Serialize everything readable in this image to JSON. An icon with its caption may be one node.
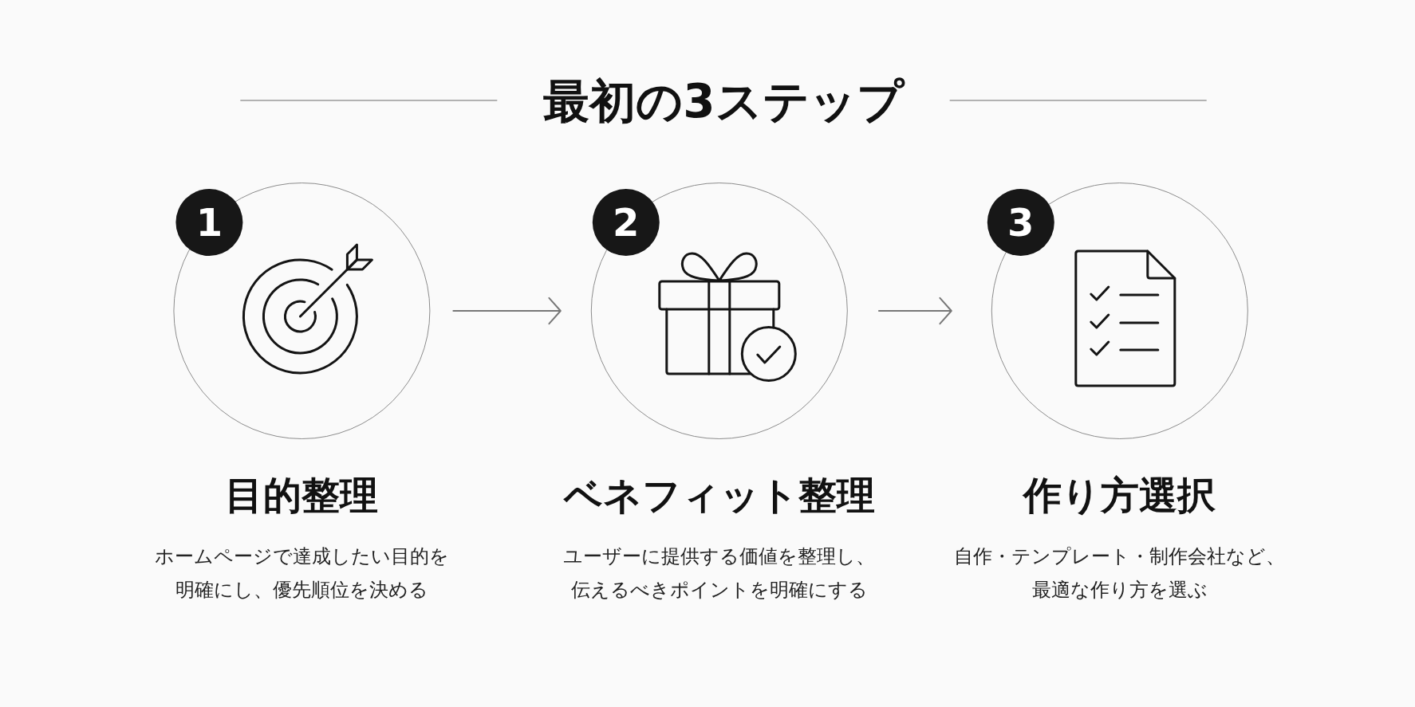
{
  "diagram": {
    "title": "最初の3ステップ",
    "nodes": [
      {
        "text": [
          "目的整理",
          "ホームページで達成したい目的を明確にし、優先順位を決める"
        ]
      },
      {
        "text": [
          "1"
        ],
        "in": 0
      },
      {
        "text": [
          "ベネフィット整理",
          "ユーザーに提供する価値を整理し、伝えるべきポイントを明確にする"
        ]
      },
      {
        "text": [
          "2"
        ],
        "in": 2
      },
      {
        "text": [
          "作り方選択",
          "自作・テンプレート・制作会社など、最適な作り方を選ぶ"
        ]
      },
      {
        "text": [
          "3"
        ],
        "in": 4
      }
    ],
    "edges": [
      {
        "from": 0,
        "to": 2,
        "arrow": "to"
      },
      {
        "from": 2,
        "to": 4,
        "arrow": "to"
      }
    ]
  }
}
